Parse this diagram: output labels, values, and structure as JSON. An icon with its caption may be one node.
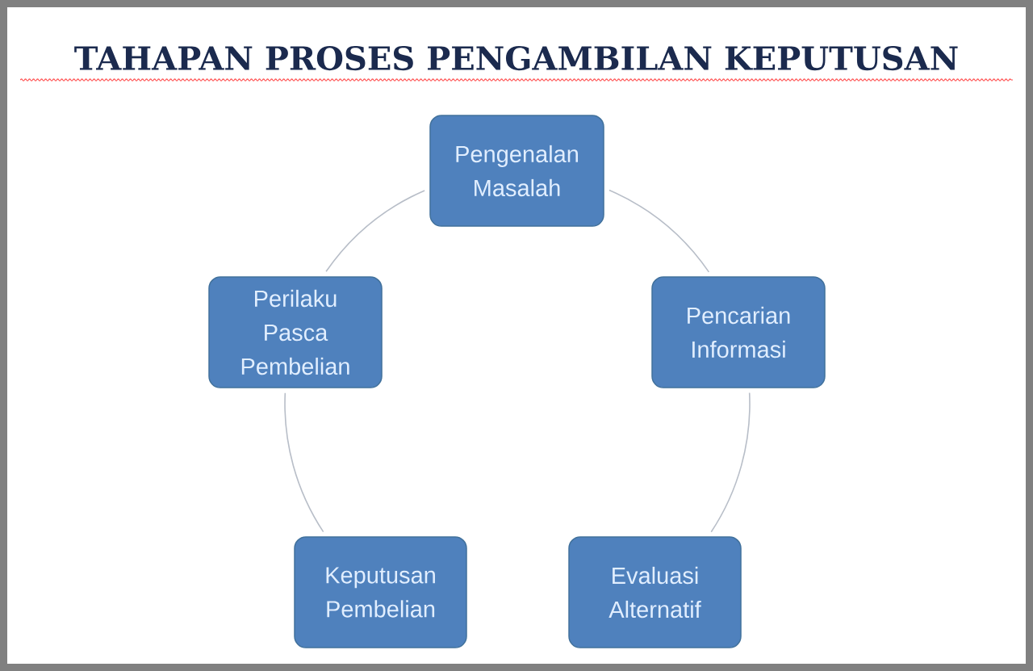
{
  "diagram": {
    "title": "TAHAPAN PROSES PENGAMBILAN KEPUTUSAN",
    "nodes": [
      {
        "text": [
          "Pengenalan Masalah"
        ]
      },
      {
        "text": [
          "Pencarian Informasi"
        ]
      },
      {
        "text": [
          "Evaluasi Alternatif"
        ]
      },
      {
        "text": [
          "Keputusan Pembelian"
        ]
      },
      {
        "text": [
          "Perilaku Pasca Pembelian"
        ]
      }
    ],
    "edges": [
      {
        "from": 0,
        "to": 1,
        "arrow": "none"
      },
      {
        "from": 1,
        "to": 2,
        "arrow": "none"
      },
      {
        "from": 3,
        "to": 4,
        "arrow": "none"
      },
      {
        "from": 4,
        "to": 0,
        "arrow": "none"
      }
    ]
  }
}
